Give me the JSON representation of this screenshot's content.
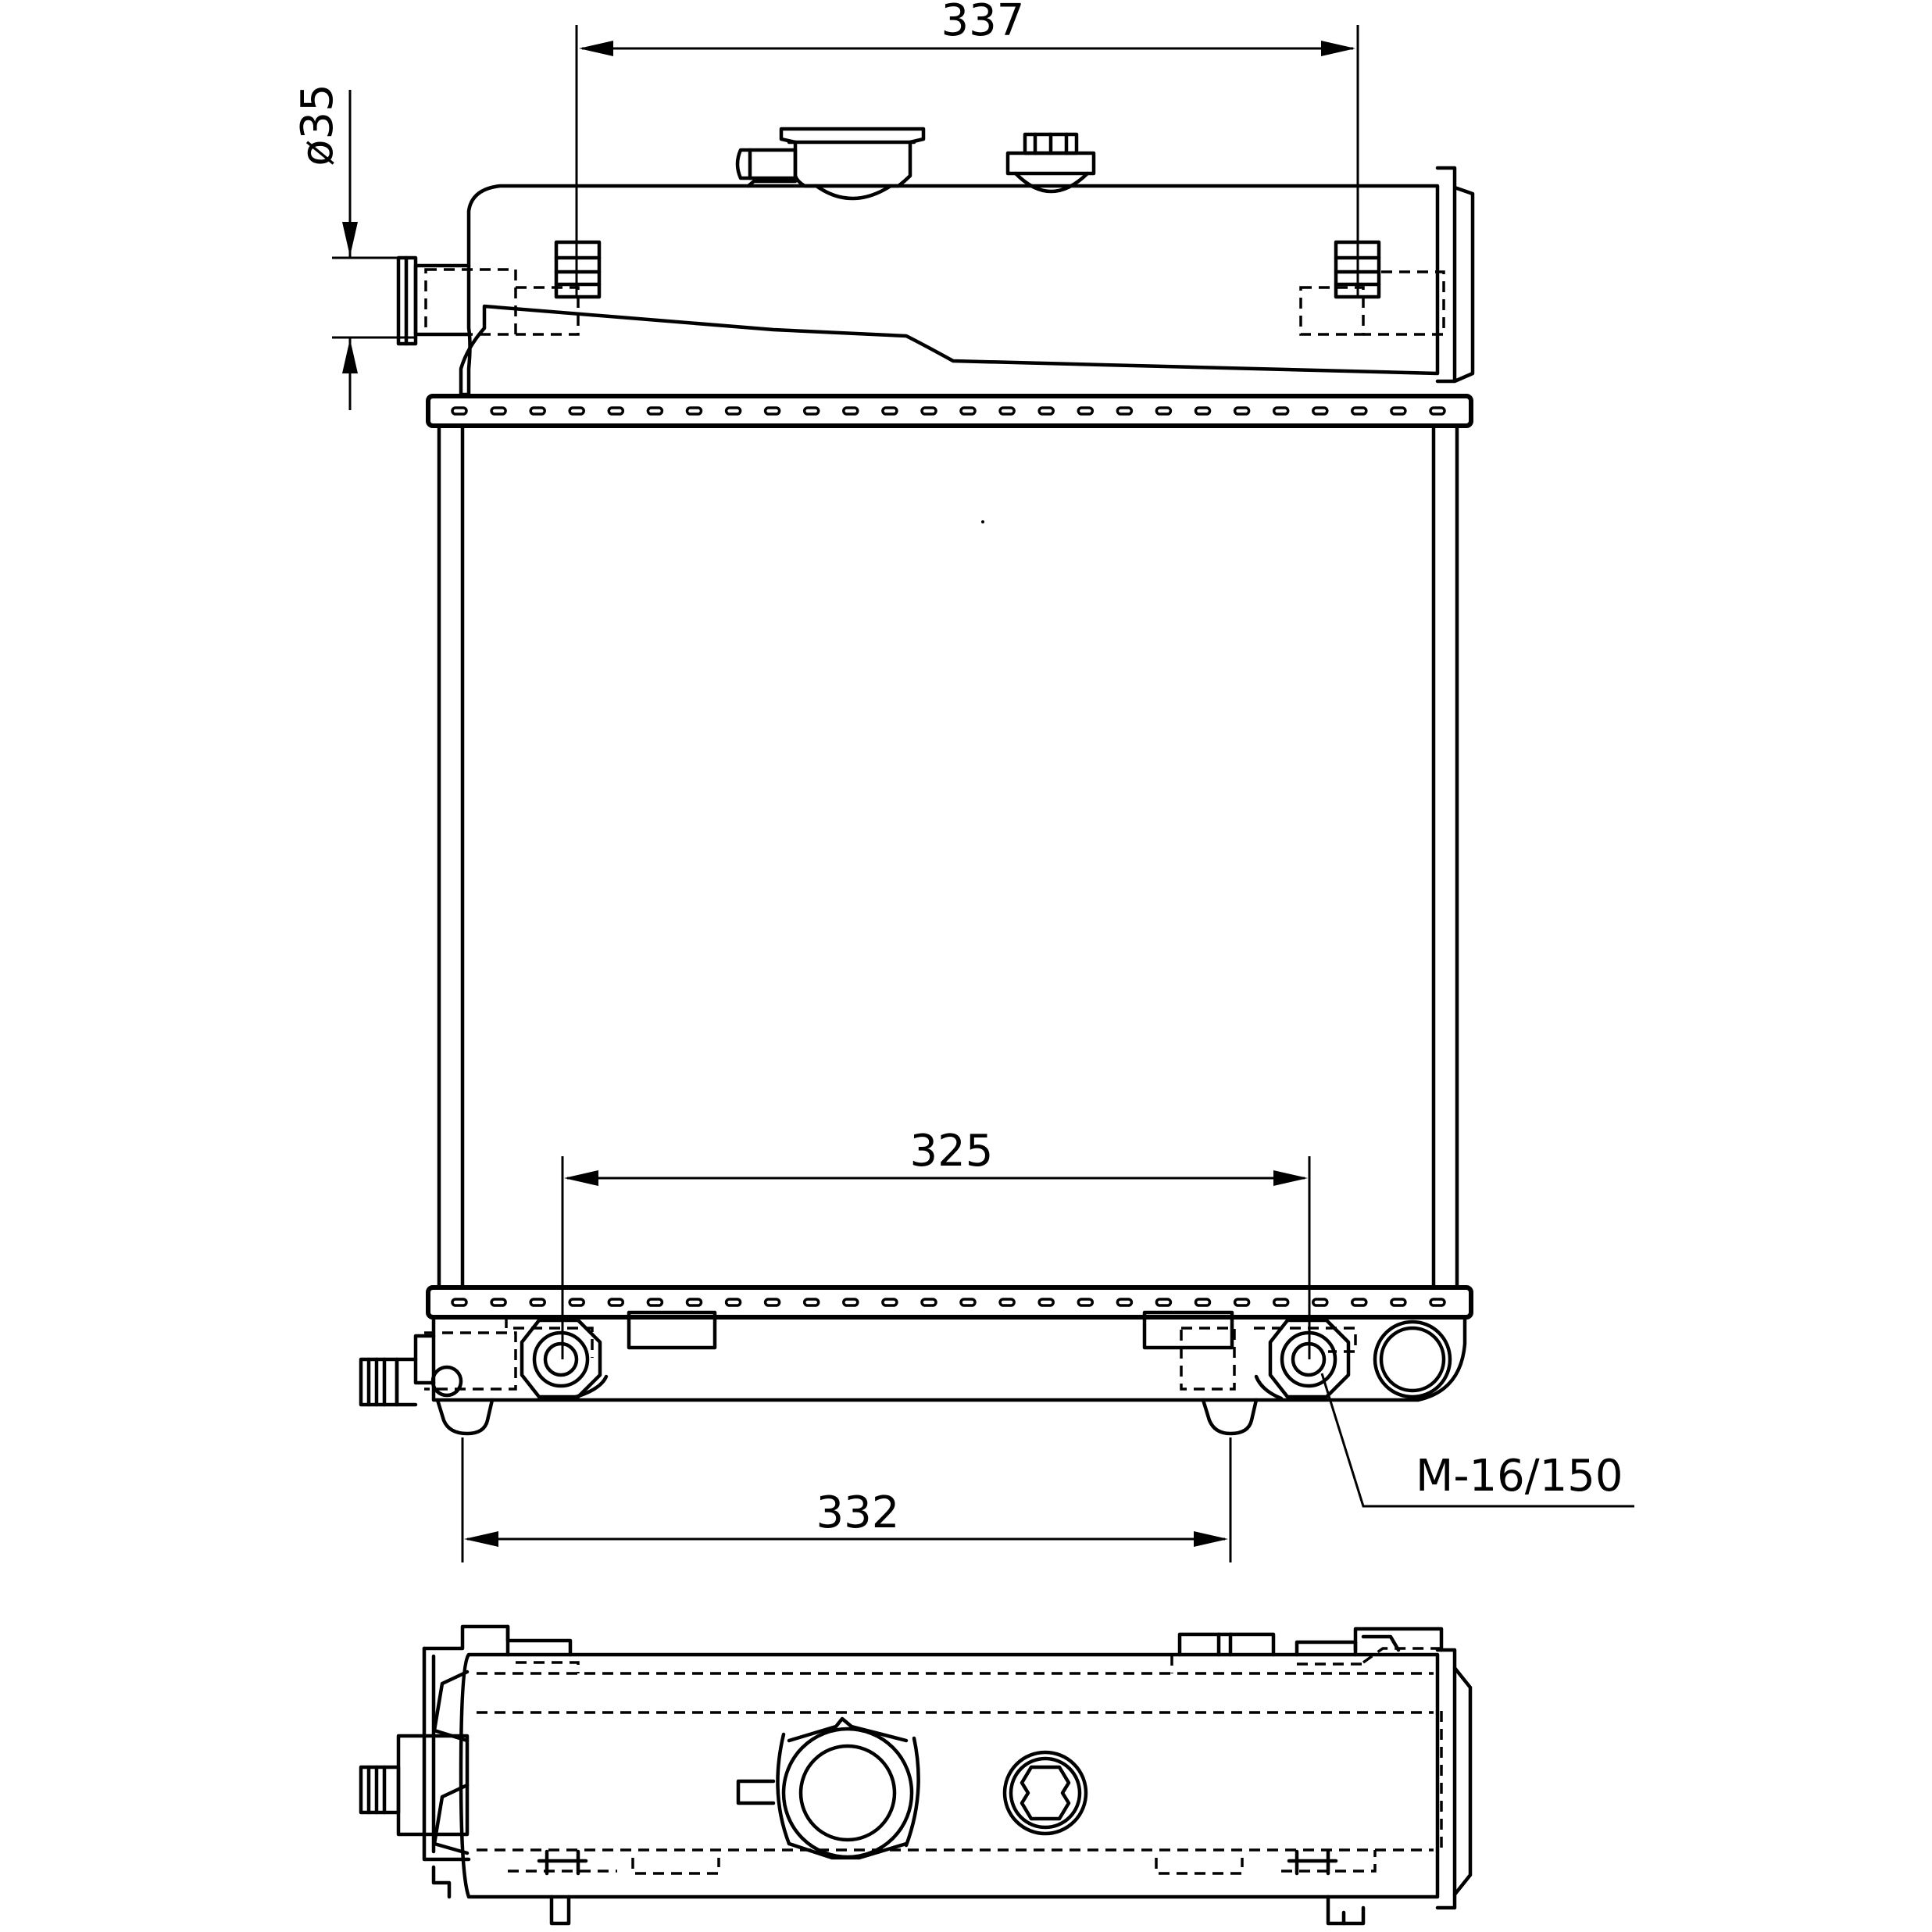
{
  "dimensions": {
    "top_width": "337",
    "outlet_diameter": "ø35",
    "lower_mount_spacing": "325",
    "foot_spacing": "332",
    "drain_plug": "M-16/150"
  }
}
